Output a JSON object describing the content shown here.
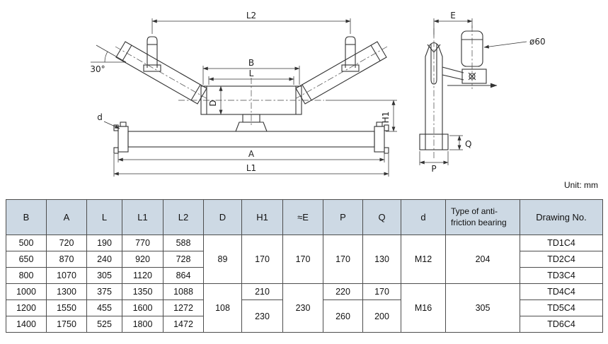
{
  "unit_label": "Unit: mm",
  "drawing": {
    "front_view": {
      "dim_L2": "L2",
      "dim_B": "B",
      "dim_L": "L",
      "dim_D": "D",
      "angle_label": "30°",
      "dim_d": "d",
      "dim_A": "A",
      "dim_L1": "L1",
      "dim_H1": "H1"
    },
    "side_view": {
      "dim_E": "E",
      "diameter_label": "ø60",
      "dim_Q": "Q",
      "dim_P": "P"
    }
  },
  "table": {
    "headers": [
      "B",
      "A",
      "L",
      "L1",
      "L2",
      "D",
      "H1",
      "≈E",
      "P",
      "Q",
      "d",
      "Type of anti-friction bearing",
      "Drawing No."
    ],
    "rows": [
      [
        "500",
        "720",
        "190",
        "770",
        "588",
        "89",
        "170",
        "170",
        "170",
        "130",
        "M12",
        "204",
        "TD1C4"
      ],
      [
        "650",
        "870",
        "240",
        "920",
        "728",
        "TD2C4"
      ],
      [
        "800",
        "1070",
        "305",
        "1120",
        "864",
        "TD3C4"
      ],
      [
        "1000",
        "1300",
        "375",
        "1350",
        "1088",
        "108",
        "210",
        "230",
        "220",
        "170",
        "M16",
        "305",
        "TD4C4"
      ],
      [
        "1200",
        "1550",
        "455",
        "1600",
        "1272",
        "230",
        "260",
        "200",
        "TD5C4"
      ],
      [
        "1400",
        "1750",
        "525",
        "1800",
        "1472",
        "TD6C4"
      ]
    ]
  }
}
